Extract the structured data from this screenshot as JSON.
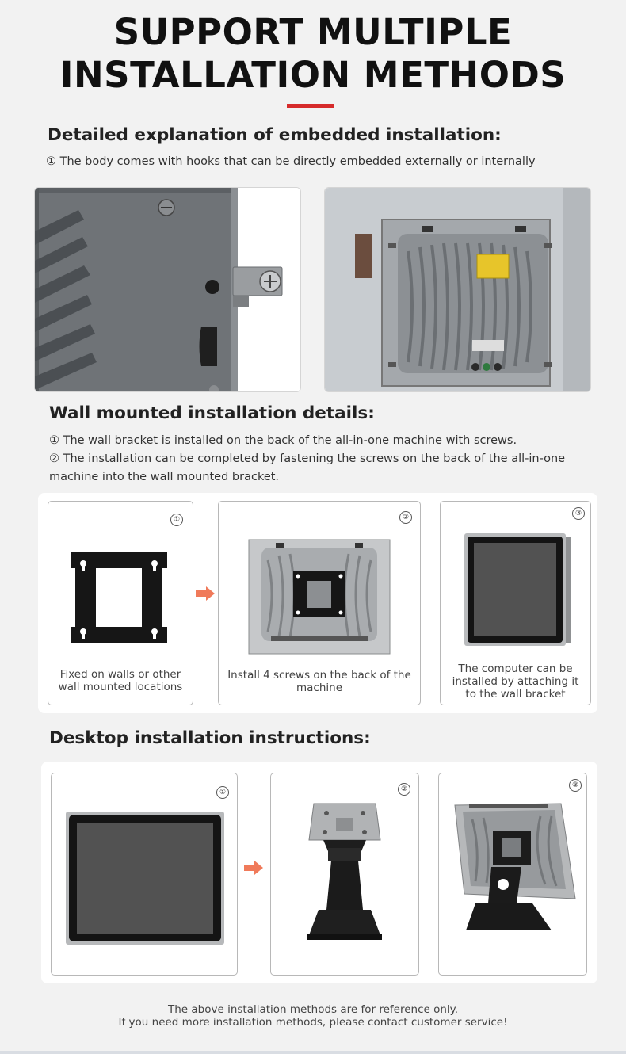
{
  "header": {
    "title_line1": "SUPPORT MULTIPLE",
    "title_line2": "INSTALLATION METHODS",
    "accent_color": "#d62b2b"
  },
  "embedded": {
    "heading": "Detailed explanation of embedded installation:",
    "text": "① The body comes with hooks that can be directly embedded externally or internally"
  },
  "wall": {
    "heading": "Wall mounted installation details:",
    "text1": "① The wall bracket is installed on the back of the all-in-one machine with screws.",
    "text2": "② The installation can be completed by fastening the screws on the back of the all-in-one machine into the wall mounted bracket.",
    "steps": [
      {
        "num": "①",
        "caption": "Fixed on walls or other wall mounted locations"
      },
      {
        "num": "②",
        "caption": "Install 4 screws on the back of the machine"
      },
      {
        "num": "③",
        "caption": "The computer can be installed by attaching it to the wall bracket"
      }
    ]
  },
  "desktop": {
    "heading": "Desktop installation instructions:",
    "steps": [
      {
        "num": "①"
      },
      {
        "num": "②"
      },
      {
        "num": "③"
      }
    ]
  },
  "footer": {
    "line1": "The above installation methods are for reference only.",
    "line2": "If you need more installation methods, please contact customer service!"
  },
  "icons": {
    "arrow": "arrow-right-icon",
    "arrow_color": "#f07a5a"
  }
}
